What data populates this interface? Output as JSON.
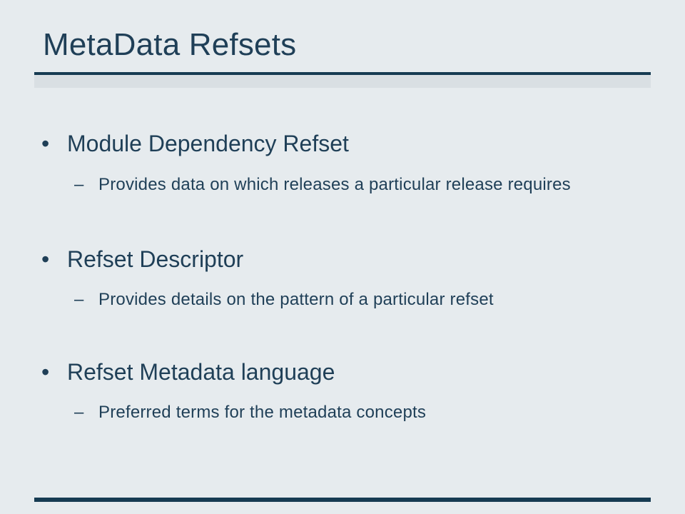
{
  "slide": {
    "title": "MetaData Refsets",
    "bullet_marker": "•",
    "sub_marker": "–",
    "items": [
      {
        "heading": "Module Dependency Refset",
        "detail": "Provides data on which releases a particular release requires"
      },
      {
        "heading": "Refset Descriptor",
        "detail": "Provides details on the pattern of a particular refset"
      },
      {
        "heading": "Refset Metadata language",
        "detail": "Preferred terms for the metadata concepts"
      }
    ]
  }
}
